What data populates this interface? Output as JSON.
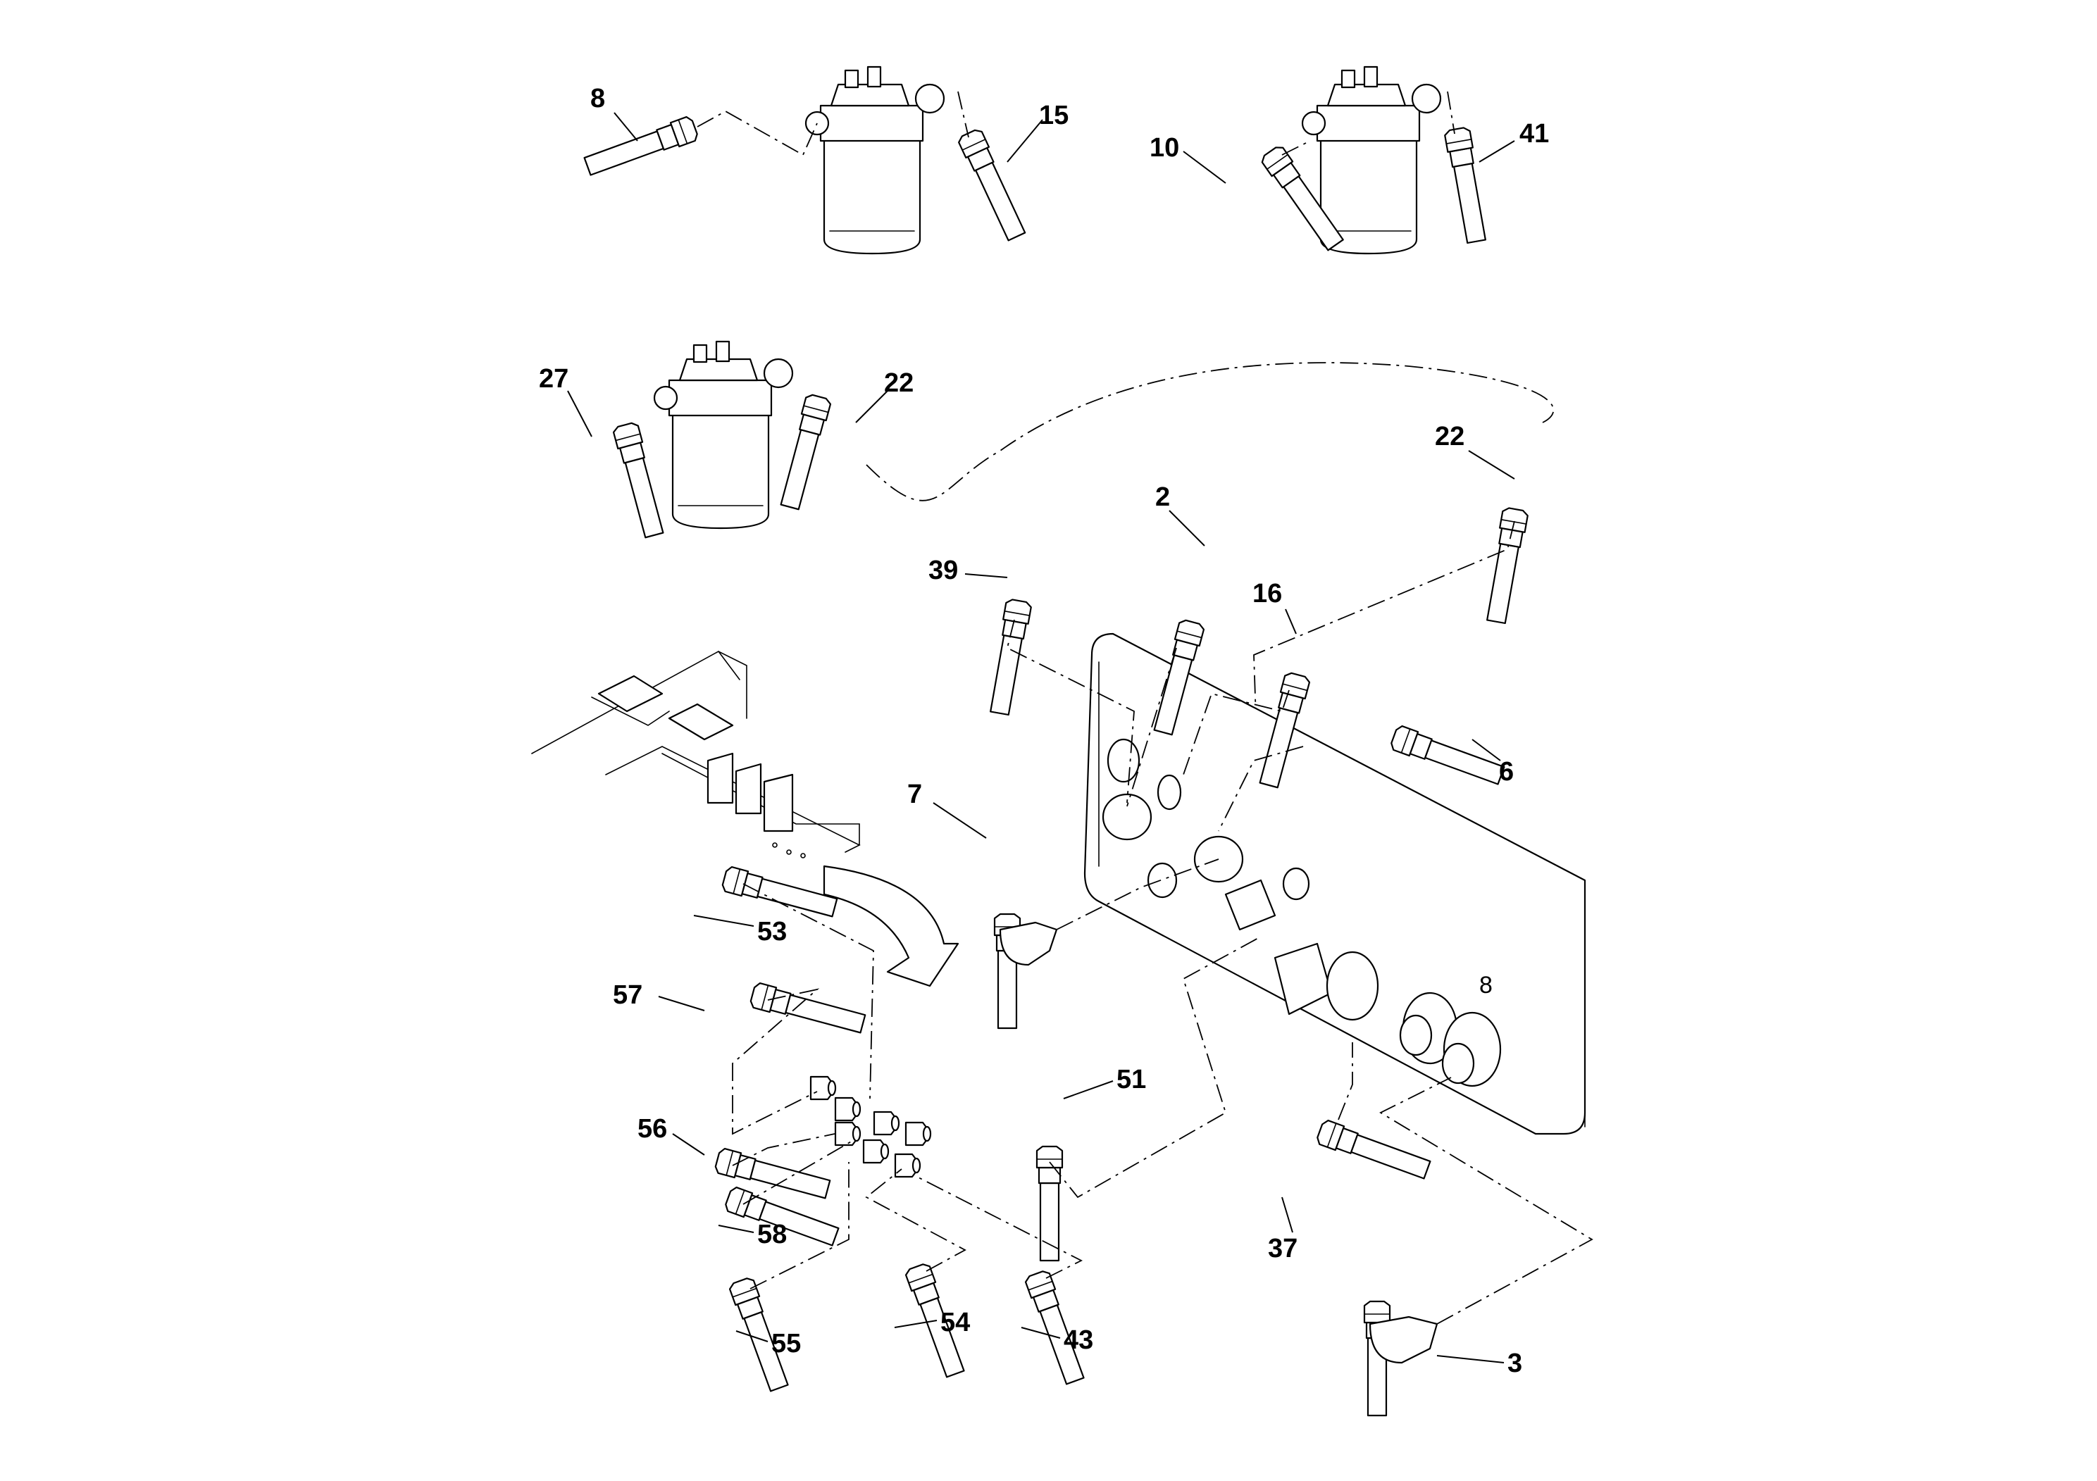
{
  "callouts": {
    "c8": "8",
    "c15": "15",
    "c10": "10",
    "c41": "41",
    "c27": "27",
    "c22a": "22",
    "c22b": "22",
    "c2": "2",
    "c39": "39",
    "c16": "16",
    "c6": "6",
    "c7": "7",
    "c53": "53",
    "c57": "57",
    "c51": "51",
    "c56": "56",
    "c58": "58",
    "c37": "37",
    "c55": "55",
    "c54": "54",
    "c43": "43",
    "c3": "3",
    "panel_mark": "8"
  }
}
